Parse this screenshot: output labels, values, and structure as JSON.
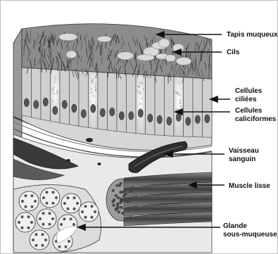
{
  "labels": [
    {
      "id": "tapis",
      "lines": [
        "Tapis muqueux"
      ]
    },
    {
      "id": "cils",
      "lines": [
        "Cils"
      ]
    },
    {
      "id": "ciliees",
      "lines": [
        "Cellules",
        "ciliées"
      ]
    },
    {
      "id": "caliciformes",
      "lines": [
        "Cellules",
        "caliciformes"
      ]
    },
    {
      "id": "vaisseau",
      "lines": [
        "Vaisseau",
        "sanguin"
      ]
    },
    {
      "id": "muscle",
      "lines": [
        "Muscle lisse"
      ]
    },
    {
      "id": "glande",
      "lines": [
        "Glande",
        "sous-muqueuse"
      ]
    }
  ],
  "colors": {
    "ink": "#111111",
    "tissue_light": "#e6e6e6",
    "tissue_mid": "#b5b5b5",
    "tissue_dark": "#5a5a5a",
    "muscle": "#4a4a4a"
  }
}
